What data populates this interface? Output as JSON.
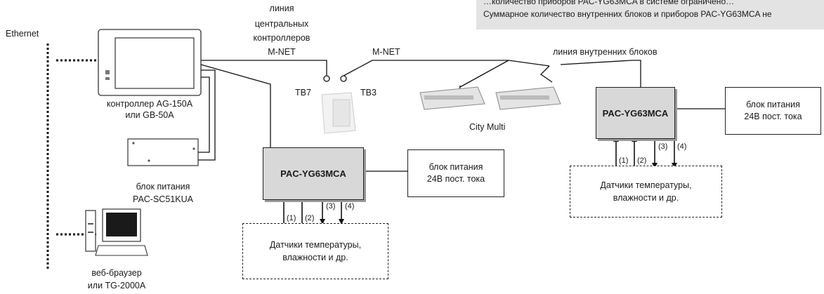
{
  "note": {
    "line1": "…количество приборов PAC-YG63MCA в системе ограничено…",
    "line2": "Суммарное количество внутренних блоков и приборов PAC-YG63MCA не"
  },
  "labels": {
    "ethernet": "Ethernet",
    "central_line_1": "линия",
    "central_line_2": "центральных",
    "central_line_3": "контроллеров",
    "mnet_left": "M-NET",
    "mnet_right": "M-NET",
    "indoor_line": "линия внутренних блоков",
    "tb7": "TB7",
    "tb3": "TB3",
    "city_multi": "City Multi",
    "controller_1": "контроллер AG-150A",
    "controller_2": "или GB-50A",
    "psu_label_1": "блок питания",
    "psu_label_2": "PAC-SC51KUA",
    "browser_1": "веб-браузер",
    "browser_2": "или TG-2000A"
  },
  "pac_left": {
    "name": "PAC-YG63MCA",
    "power_1": "блок питания",
    "power_2": "24В пост. тока",
    "sensor_1": "Датчики температуры,",
    "sensor_2": "влажности и др.",
    "ports": [
      "(1)",
      "(2)",
      "(3)",
      "(4)"
    ]
  },
  "pac_right": {
    "name": "PAC-YG63MCA",
    "power_1": "блок питания",
    "power_2": "24В пост. тока",
    "sensor_1": "Датчики температуры,",
    "sensor_2": "влажности и др.",
    "ports": [
      "(1)",
      "(2)",
      "(3)",
      "(4)"
    ]
  }
}
